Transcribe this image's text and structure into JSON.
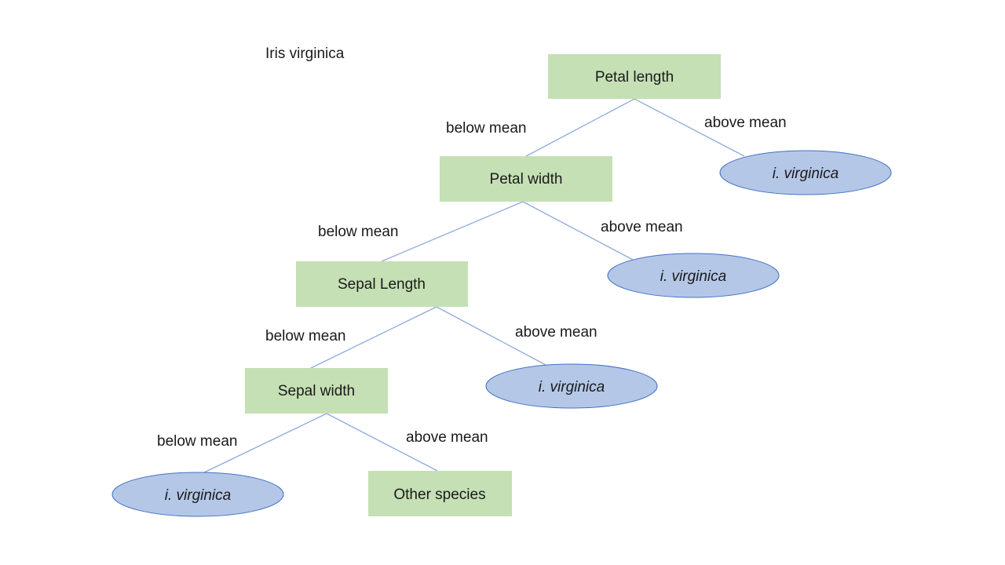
{
  "title": "Iris virginica",
  "colors": {
    "decision_fill": "#c5e0b4",
    "leaf_fill": "#b4c7e7",
    "leaf_stroke": "#4472c4",
    "edge": "#8eaadb"
  },
  "nodes": {
    "petal_length": "Petal length",
    "petal_width": "Petal width",
    "sepal_length": "Sepal Length",
    "sepal_width": "Sepal width",
    "leaf_1": "i. virginica",
    "leaf_2": "i. virginica",
    "leaf_3": "i. virginica",
    "leaf_4": "i. virginica",
    "other_species": "Other species"
  },
  "edge_labels": {
    "pl_below": "below mean",
    "pl_above": "above mean",
    "pw_below": "below mean",
    "pw_above": "above mean",
    "sl_below": "below mean",
    "sl_above": "above mean",
    "sw_below": "below mean",
    "sw_above": "above mean"
  }
}
